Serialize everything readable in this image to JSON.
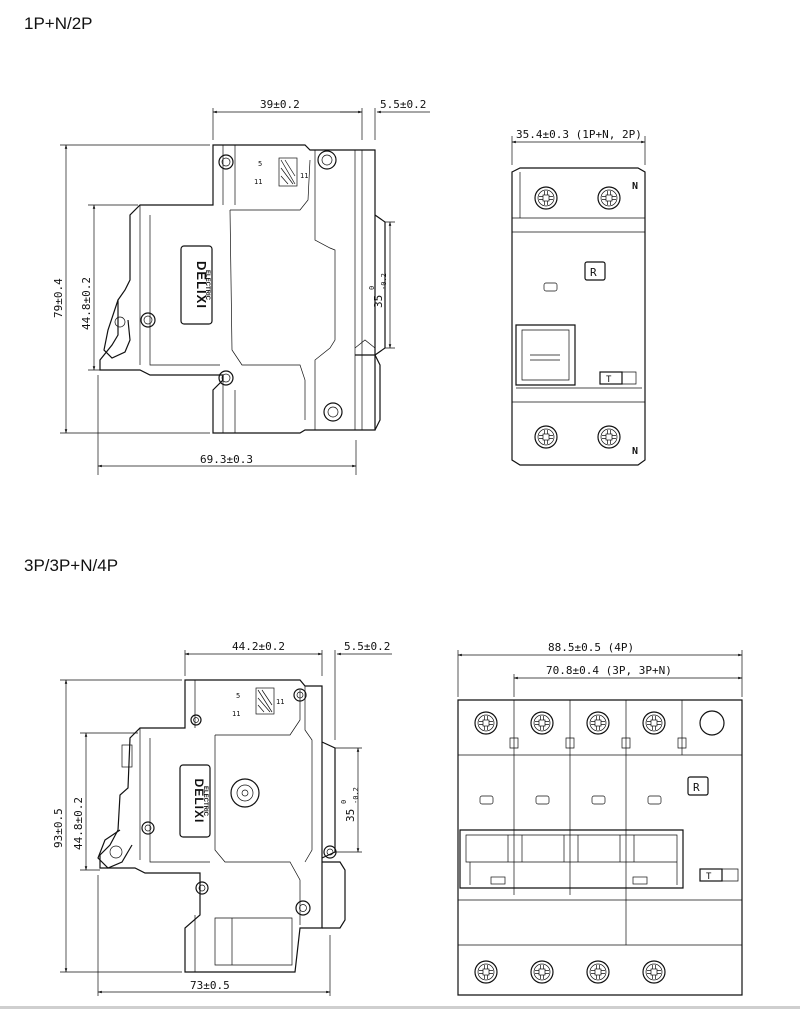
{
  "sections": [
    {
      "heading": "1P+N/2P",
      "side_view": {
        "dim_top_depth": "39±0.2",
        "dim_top_offset": "5.5±0.2",
        "dim_height": "79±0.4",
        "dim_inner_height": "44.8±0.2",
        "dim_rail": "35",
        "dim_rail_sup": "0",
        "dim_rail_sub": "-0.2",
        "dim_bottom_width": "69.3±0.3",
        "logo_line1": "DELIXI",
        "logo_line2": "ELECTRIC",
        "terminal_labels": [
          "5",
          "11",
          "11"
        ]
      },
      "front_view": {
        "dim_width": "35.4±0.3 (1P+N, 2P)",
        "n_label_top": "N",
        "n_label_bottom": "N",
        "reset_label": "R",
        "test_label": "T"
      }
    },
    {
      "heading": "3P/3P+N/4P",
      "side_view": {
        "dim_top_depth": "44.2±0.2",
        "dim_top_offset": "5.5±0.2",
        "dim_height": "93±0.5",
        "dim_inner_height": "44.8±0.2",
        "dim_rail": "35",
        "dim_rail_sup": "0",
        "dim_rail_sub": "-0.2",
        "dim_bottom_width": "73±0.5",
        "logo_line1": "DELIXI",
        "logo_line2": "ELECTRIC",
        "terminal_labels": [
          "5",
          "11",
          "11"
        ]
      },
      "front_view": {
        "dim_width_4p": "88.5±0.5 (4P)",
        "dim_width_3p": "70.8±0.4 (3P, 3P+N)",
        "reset_label": "R",
        "test_label": "T"
      }
    }
  ]
}
